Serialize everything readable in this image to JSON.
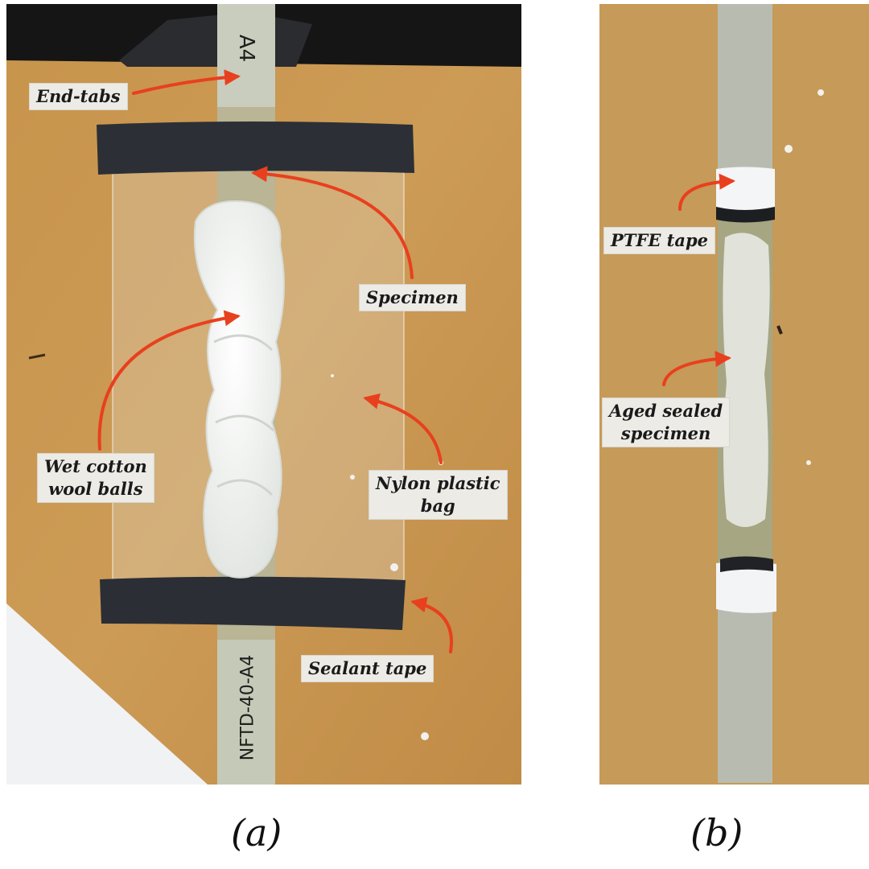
{
  "panel_a": {
    "labels": {
      "end_tabs": "End-tabs",
      "specimen": "Specimen",
      "wet_cotton_line1": "Wet cotton",
      "wet_cotton_line2": "wool balls",
      "nylon_bag_line1": "Nylon plastic",
      "nylon_bag_line2": "bag",
      "sealant_tape": "Sealant tape"
    },
    "handwritten_top": "A4",
    "handwritten_bottom": "NFTD-40-A4",
    "caption": "(a)"
  },
  "panel_b": {
    "labels": {
      "ptfe_tape": "PTFE tape",
      "aged_line1": "Aged sealed",
      "aged_line2": "specimen"
    },
    "caption": "(b)"
  },
  "colors": {
    "arrow": "#e8401e",
    "board": "#c9974f",
    "label_bg": "#ecebe6"
  }
}
